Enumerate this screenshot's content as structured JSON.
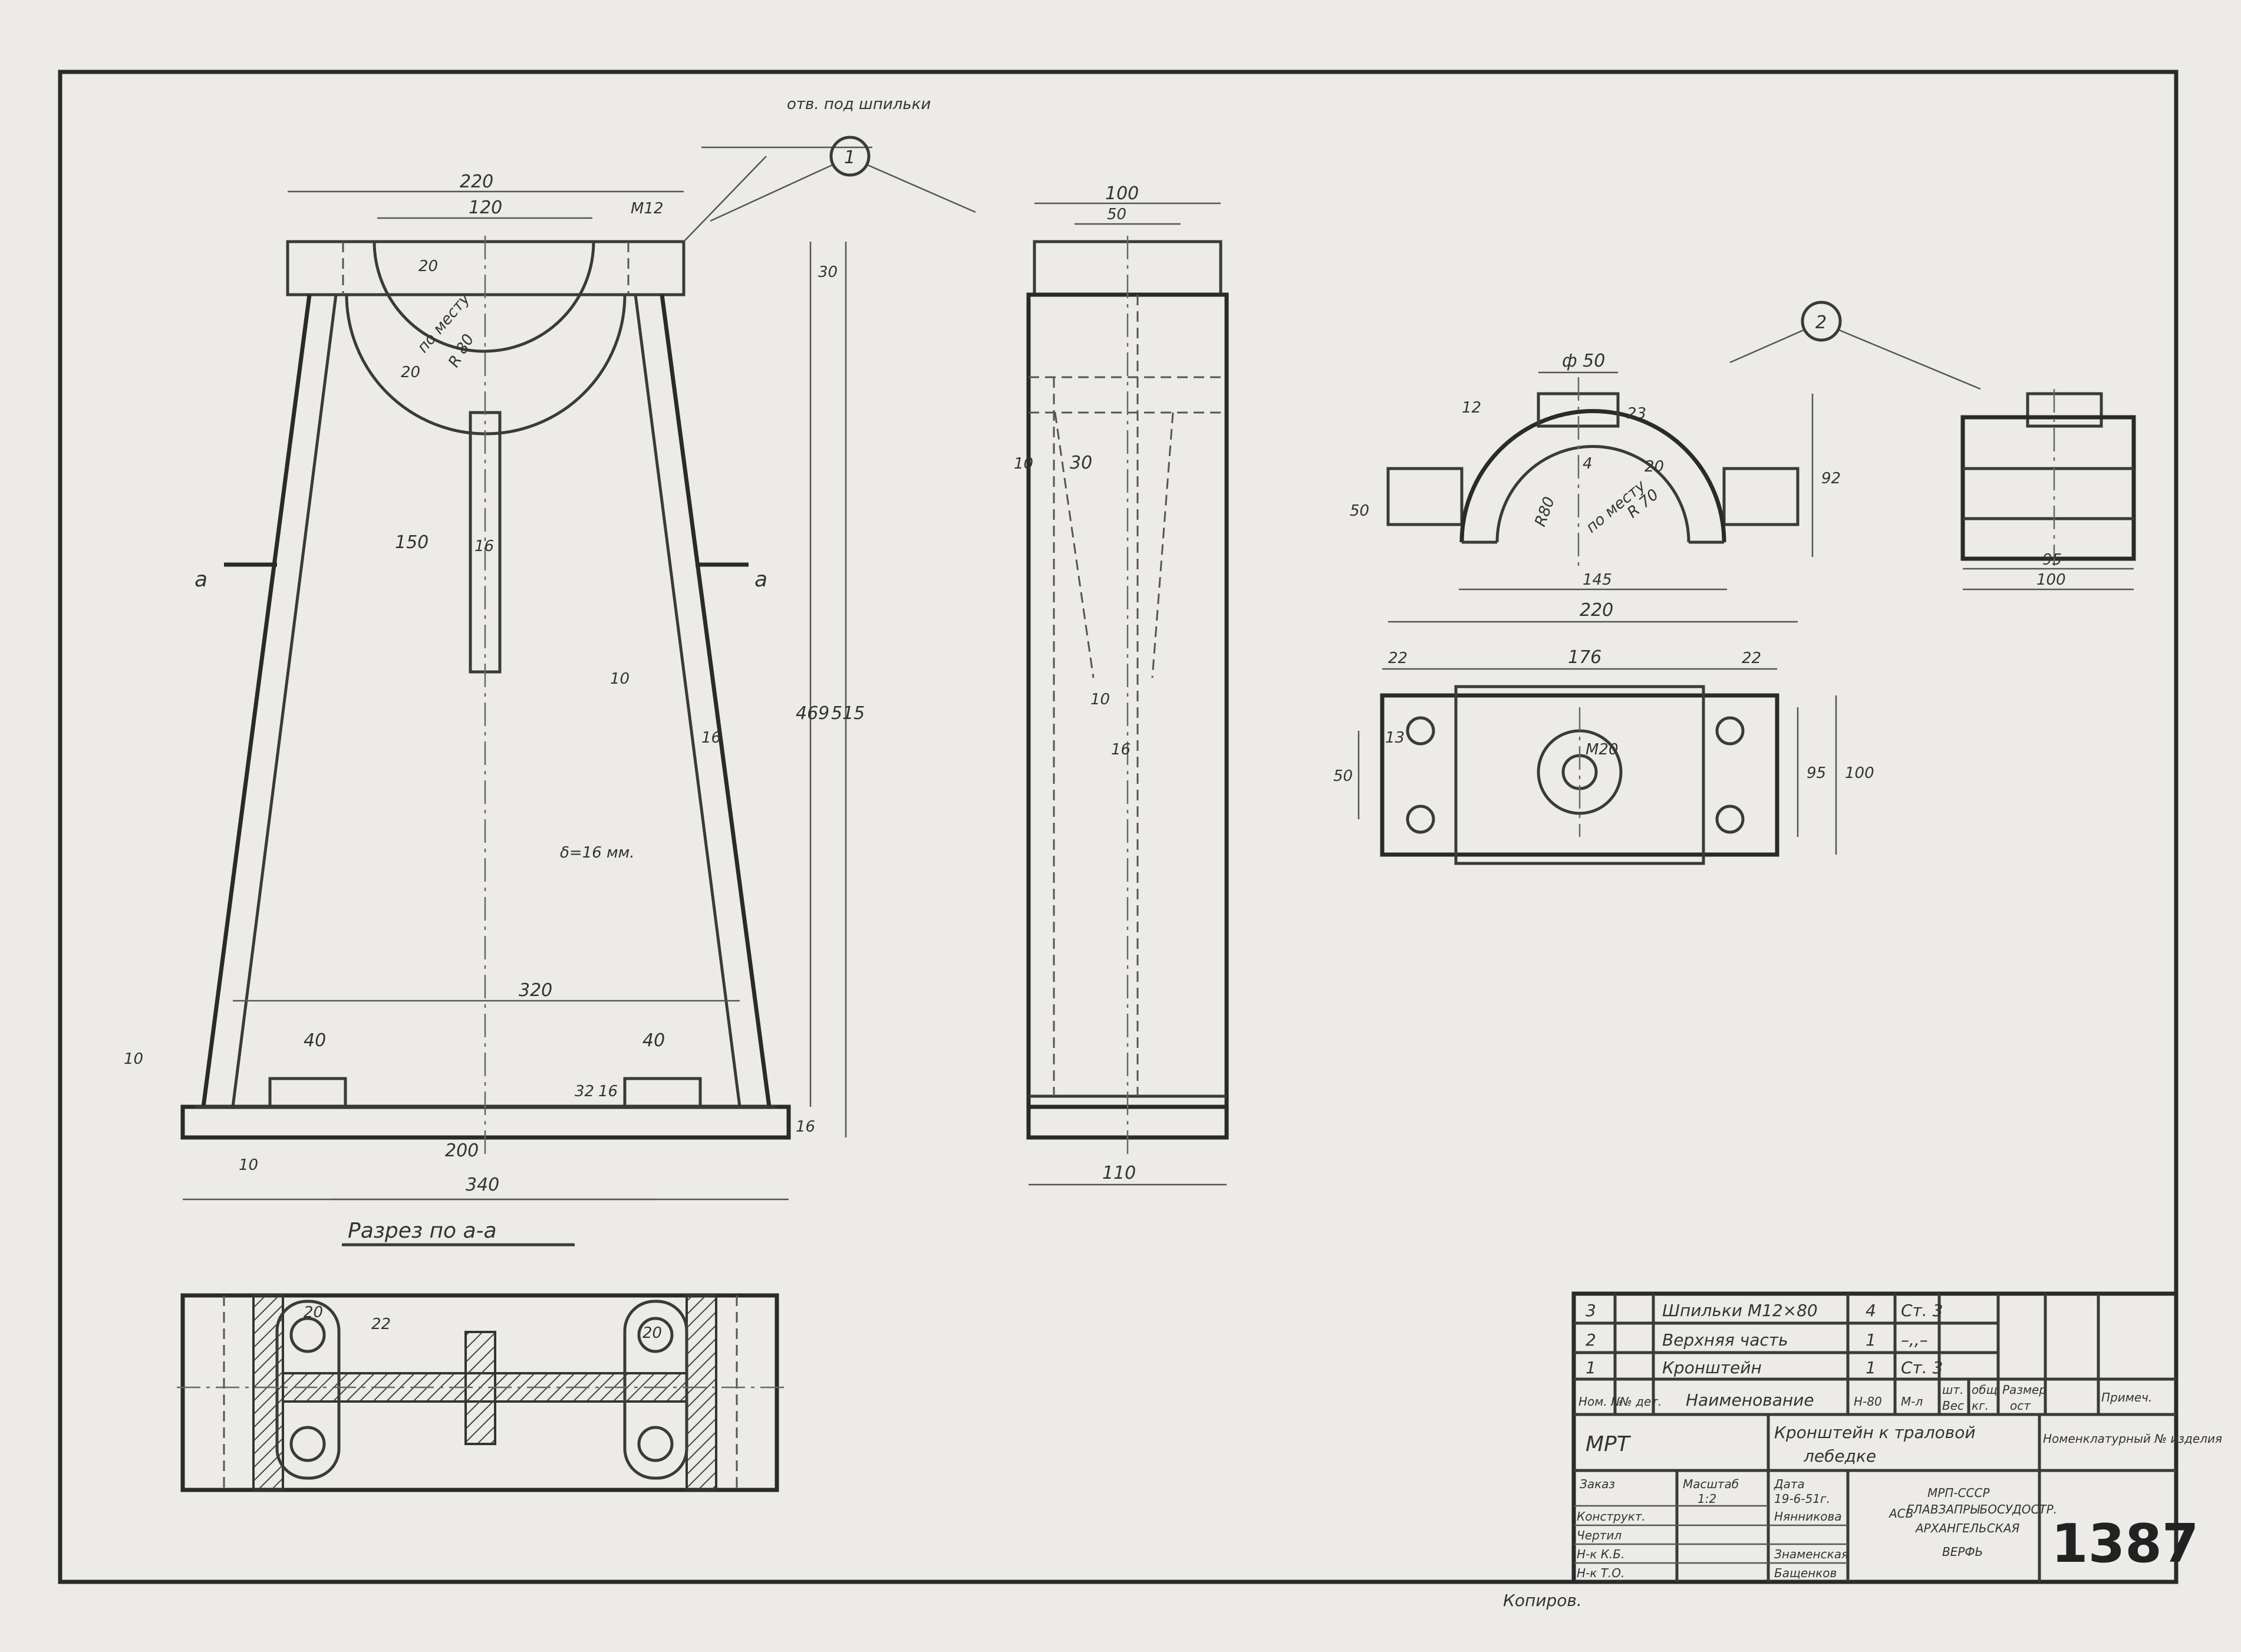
{
  "drawing": {
    "callout_1_label": "отв. под шпильки",
    "callout_1": "1",
    "callout_2": "2",
    "section_title": "Разрез по а-а",
    "section_mark": "a",
    "stamp_text": "МРТ",
    "copy_note": "Копиров.",
    "delta_note": "δ=16 мм.",
    "front": {
      "d220": "220",
      "d120": "120",
      "m12": "М12",
      "d20": "20",
      "po_mestu": "по месту",
      "r80": "R 80",
      "d20b": "20",
      "d30": "30",
      "d150": "150",
      "d16": "16",
      "d469": "469",
      "d515": "515",
      "d10": "10",
      "d16b": "16",
      "d320": "320",
      "d40a": "40",
      "d40b": "40",
      "d32": "32",
      "d16c": "16",
      "d16d": "16",
      "d10a": "10",
      "d10b": "10",
      "d200": "200",
      "d340": "340"
    },
    "side": {
      "d100": "100",
      "d50": "50",
      "d10": "10",
      "d30": "30",
      "d10b": "10",
      "d16": "16",
      "d110": "110"
    },
    "top_part": {
      "phi50": "ф 50",
      "d12": "12",
      "d23": "23",
      "d4": "4",
      "d20": "20",
      "po_mestu": "по месту",
      "r70": "R 70",
      "r80": "R80",
      "d50": "50",
      "d92": "92",
      "d145": "145",
      "d220": "220"
    },
    "plan": {
      "d22a": "22",
      "d176": "176",
      "d22b": "22",
      "d13": "13",
      "d50": "50",
      "m20": "М20",
      "d95": "95",
      "d100": "100"
    },
    "right_view": {
      "d95": "95",
      "d100": "100"
    },
    "section": {
      "d20a": "20",
      "d22": "22",
      "d20b": "20"
    }
  },
  "title_block": {
    "rows": [
      {
        "num": "3",
        "name": "Шпильки М12×80",
        "qty": "4",
        "mat": "Ст. 3"
      },
      {
        "num": "2",
        "name": "Верхняя часть",
        "qty": "1",
        "mat": "–,,–"
      },
      {
        "num": "1",
        "name": "Кронштейн",
        "qty": "1",
        "mat": "Ст. 3"
      }
    ],
    "hdr_nom": "Ном. №",
    "hdr_det": "№ дет.",
    "hdr_name": "Наименование",
    "hdr_n80": "Н-80",
    "hdr_ml": "М-л",
    "hdr_sht": "шт.",
    "hdr_ves": "Вес",
    "hdr_obsh": "общ.",
    "hdr_kg": "кг.",
    "hdr_razmer": "Размер",
    "hdr_ost": "ост",
    "hdr_prim": "Примеч.",
    "nomenclature": "Номенклатурный № изделия",
    "product_title_1": "Кронштейн к траловой",
    "product_title_2": "лебедке",
    "zakaz": "Заказ",
    "masshtab": "Масштаб",
    "scale": "1:2",
    "data": "Дата",
    "date": "19-6-51г.",
    "konstruktor": "Конструкт.",
    "chertil": "Чертил",
    "nk_kb": "Н-к К.Б.",
    "nk_to": "Н-к Т.О.",
    "name_2": "Нянникова",
    "name_3": "Знаменская",
    "name_4": "Бащенков",
    "org_1": "МРП-СССР",
    "org_2": "ГЛАВЗАПРЫБОСУДОСТР.",
    "org_3": "АРХАНГЕЛЬСКАЯ",
    "org_4": "ВЕРФЬ",
    "logo": "АСВ",
    "sheet_no": "1387"
  }
}
